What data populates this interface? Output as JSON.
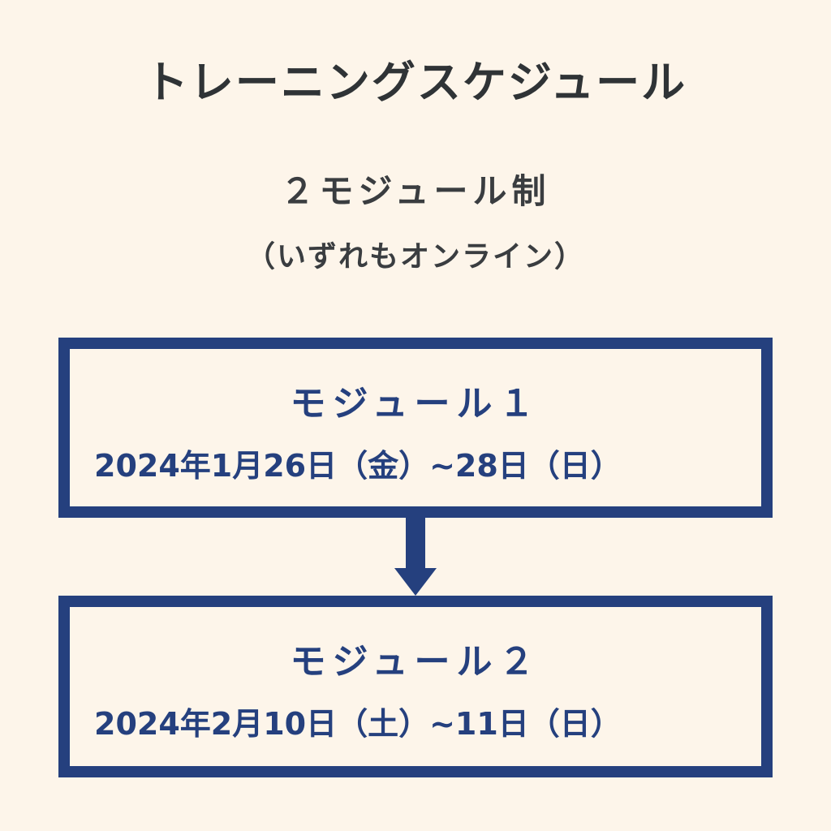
{
  "title": "トレーニングスケジュール",
  "subtitle": "２モジュール制",
  "subtitle_note": "（いずれもオンライン）",
  "colors": {
    "background": "#fdf5ea",
    "accent": "#25407e",
    "heading": "#2f3336"
  },
  "modules": [
    {
      "name": "モジュール１",
      "dates": "2024年1月26日（金）~28日（日）"
    },
    {
      "name": "モジュール２",
      "dates": "2024年2月10日（土）~11日（日）"
    }
  ]
}
